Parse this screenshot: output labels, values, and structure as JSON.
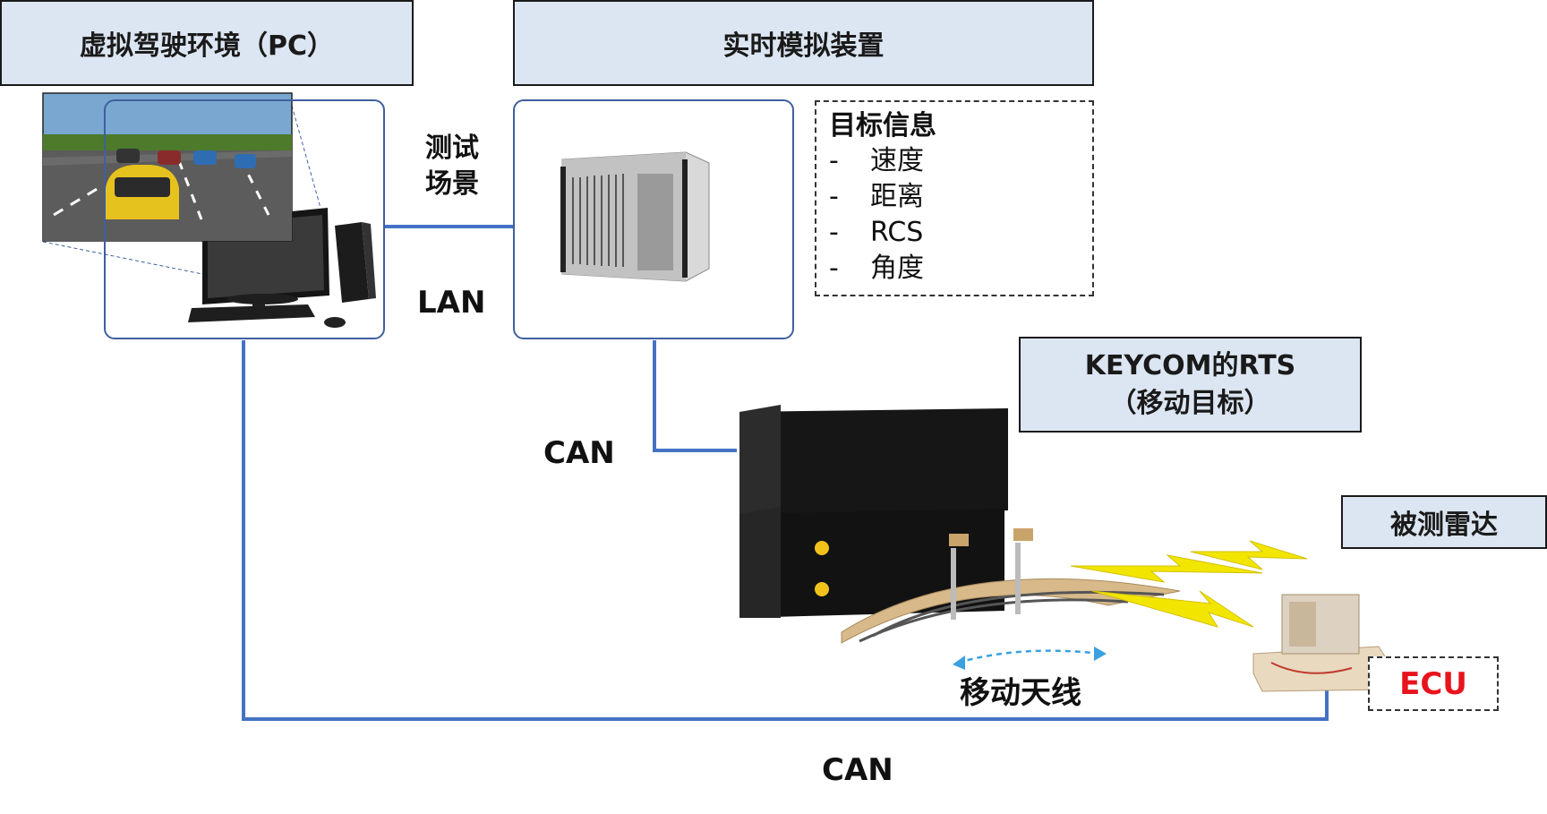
{
  "headers": {
    "pc_env": "虚拟驾驶环境（PC）",
    "realtime_sim": "实时模拟装置",
    "keycom_rts": [
      "KEYCOM的RTS",
      "（移动目标）"
    ],
    "radar_under_test": "被测雷达"
  },
  "links": {
    "test_scenario": [
      "测试",
      "场景"
    ],
    "lan": "LAN",
    "can_upper": "CAN",
    "can_lower": "CAN"
  },
  "target_info": {
    "title": "目标信息",
    "dash": "-",
    "items": [
      "速度",
      "距离",
      "RCS",
      "角度"
    ]
  },
  "moving_antenna": "移动天线",
  "ecu": "ECU",
  "colors": {
    "header_bg": "#dce6f2",
    "link_line": "#4472c4",
    "ecu_text": "#e8141d",
    "lightning": "#f2e600"
  }
}
